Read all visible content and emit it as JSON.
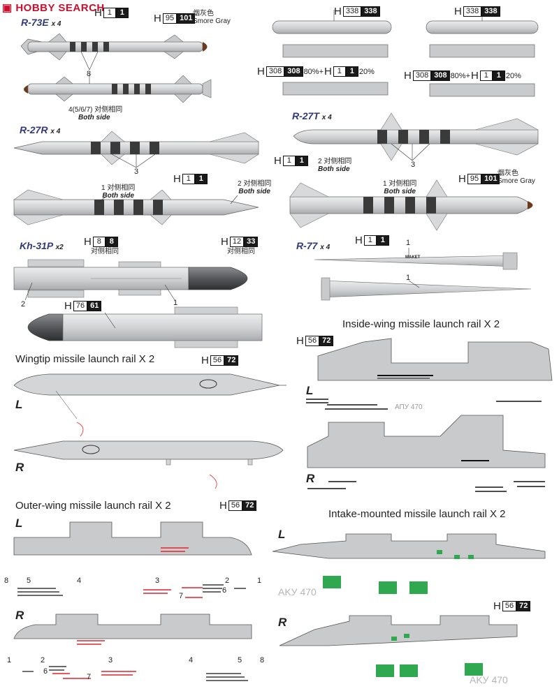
{
  "header": {
    "brand": "HOBBY SEARCH"
  },
  "missiles": {
    "r73e": {
      "name": "R-73E",
      "qty": "x 4",
      "code_top": {
        "h": "H",
        "w": "1",
        "b": "1"
      },
      "code_gray": {
        "h": "H",
        "w": "95",
        "b": "101"
      },
      "gray_cn": "烟灰色",
      "gray_en": "Smore Gray",
      "label_8": "8",
      "label_side": "4(5/6/7) 对侧相同",
      "both_side": "Both side"
    },
    "r27r": {
      "name": "R-27R",
      "qty": "x 4",
      "code": {
        "h": "H",
        "w": "1",
        "b": "1"
      },
      "label_3": "3",
      "label_1": "1 对侧相同",
      "label_1_en": "Both side",
      "label_2": "2 对侧相同",
      "label_2_en": "Both side"
    },
    "kh31p": {
      "name": "Kh-31P",
      "qty": "x2",
      "code_a": {
        "h": "H",
        "w": "8",
        "b": "8"
      },
      "code_a_note": "对侧相同",
      "code_b": {
        "h": "H",
        "w": "12",
        "b": "33"
      },
      "code_b_note": "对侧相同",
      "code_c": {
        "h": "H",
        "w": "76",
        "b": "61"
      },
      "label_2": "2",
      "label_1": "1"
    },
    "top_pods": {
      "code_a": {
        "h": "H",
        "w": "338",
        "b": "338"
      },
      "code_b": {
        "h": "H",
        "w": "338",
        "b": "338"
      },
      "mix_a": {
        "h1": "H",
        "w1": "308",
        "b1": "308",
        "p1": "80%+",
        "h2": "H",
        "w2": "1",
        "b2": "1",
        "p2": "20%"
      },
      "mix_b": {
        "h1": "H",
        "w1": "308",
        "b1": "308",
        "p1": "80%+",
        "h2": "H",
        "w2": "1",
        "b2": "1",
        "p2": "20%"
      }
    },
    "r27t": {
      "name": "R-27T",
      "qty": "x 4",
      "code": {
        "h": "H",
        "w": "1",
        "b": "1"
      },
      "code_gray": {
        "h": "H",
        "w": "95",
        "b": "101"
      },
      "gray_cn": "烟灰色",
      "gray_en": "Smore Gray",
      "label_2": "2 对侧相同",
      "label_2_en": "Both side",
      "label_3": "3",
      "label_1": "1 对侧相同",
      "label_1_en": "Both side"
    },
    "r77": {
      "name": "R-77",
      "qty": "x 4",
      "code": {
        "h": "H",
        "w": "1",
        "b": "1"
      },
      "label_1a": "1",
      "label_1b": "1",
      "maket": "MAKET"
    }
  },
  "rails": {
    "wingtip": {
      "title": "Wingtip missile launch rail  X  2",
      "code": {
        "h": "H",
        "w": "56",
        "b": "72"
      },
      "L": "L",
      "R": "R"
    },
    "inside": {
      "title": "Inside-wing missile launch rail  X  2",
      "code": {
        "h": "H",
        "w": "56",
        "b": "72"
      },
      "L": "L",
      "R": "R",
      "apu": "АПУ 470"
    },
    "outer": {
      "title": "Outer-wing missile launch rail  X  2",
      "code": {
        "h": "H",
        "w": "56",
        "b": "72"
      },
      "L": "L",
      "R": "R",
      "nums_L": [
        "8",
        "5",
        "4",
        "3",
        "2",
        "1",
        "7",
        "6"
      ],
      "nums_R": [
        "1",
        "2",
        "3",
        "4",
        "5",
        "8",
        "6",
        "7"
      ]
    },
    "intake": {
      "title": "Intake-mounted missile launch rail  X  2",
      "code": {
        "h": "H",
        "w": "56",
        "b": "72"
      },
      "L": "L",
      "R": "R",
      "aku": "AKУ 470"
    }
  },
  "colors": {
    "gray_body": "#d6d7d9",
    "stripe": "#3a3a3a",
    "outline": "#555555",
    "brand": "#c8102e",
    "title_blue": "#33397a",
    "warn_red": "#e2242b",
    "green": "#2fa84f"
  }
}
